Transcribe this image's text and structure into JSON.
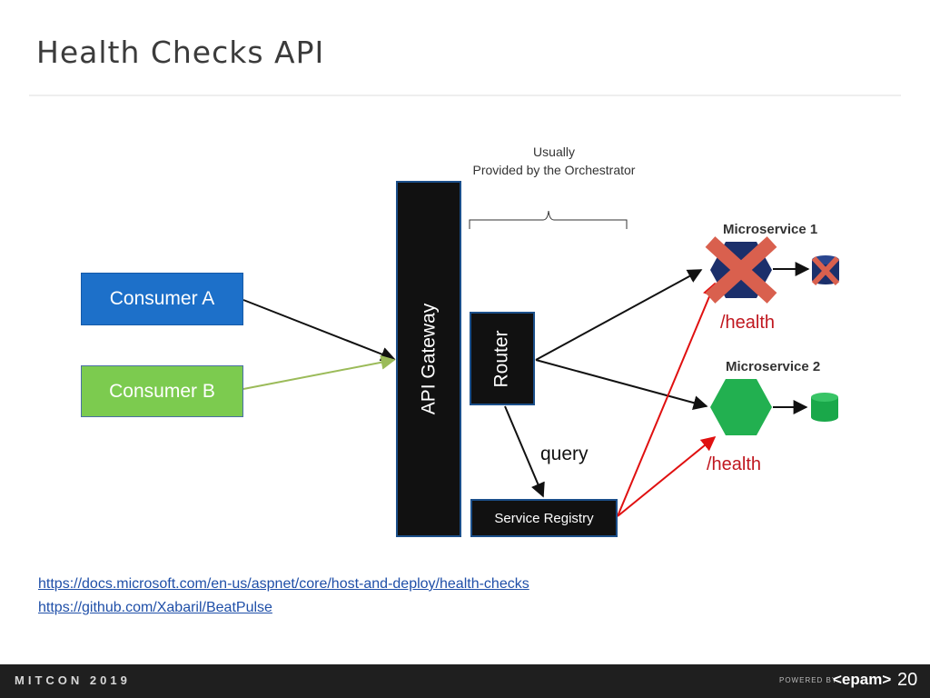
{
  "title": "Health Checks API",
  "nodes": {
    "consumer_a": "Consumer A",
    "consumer_b": "Consumer B",
    "api_gateway": "API Gateway",
    "router": "Router",
    "service_registry": "Service Registry"
  },
  "annotations": {
    "orchestrator_line1": "Usually",
    "orchestrator_line2": "Provided by the Orchestrator",
    "query": "query",
    "microservice1": "Microservice 1",
    "microservice2": "Microservice 2",
    "health1": "/health",
    "health2": "/health"
  },
  "links": [
    "https://docs.microsoft.com/en-us/aspnet/core/host-and-deploy/health-checks",
    "https://github.com/Xabaril/BeatPulse"
  ],
  "footer": {
    "brand": "MITCON 2019",
    "powered_by": "POWERED BY",
    "sponsor": "<epam>",
    "page_number": "20"
  },
  "colors": {
    "consumer_a": "#1d70c9",
    "consumer_b": "#7ccb4f",
    "dark_node": "#111111",
    "health_arrow": "#e01010",
    "failed_cross": "#d9604e",
    "microservice1": "#1b2f6b",
    "microservice2": "#22b050",
    "database_ok": "#1aa84a"
  },
  "status": {
    "microservice1": "failed",
    "microservice2": "healthy"
  }
}
